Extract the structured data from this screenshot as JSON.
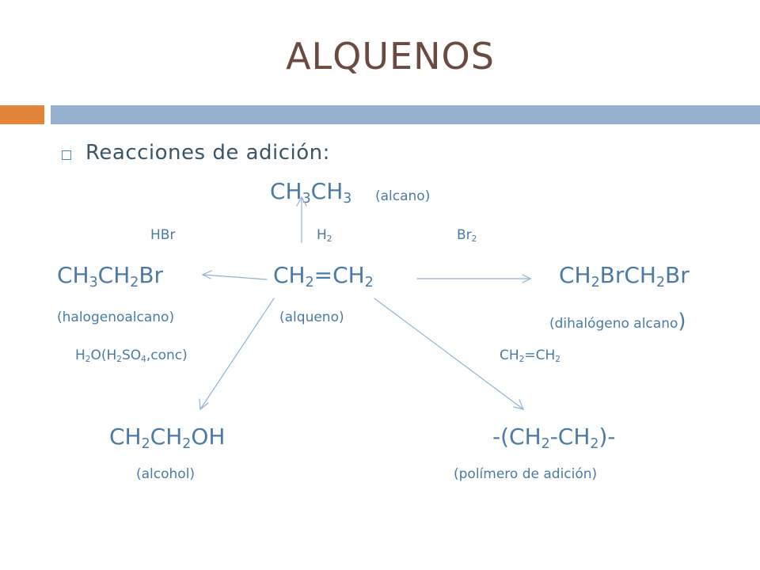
{
  "slide": {
    "title": "ALQUENOS",
    "bullet_text": "Reacciones de adición:"
  },
  "compounds": {
    "alkane": {
      "pre1": "CH",
      "s1": "3",
      "mid": "CH",
      "s2": "3",
      "label": "(alcano)"
    },
    "alkene": {
      "pre1": "CH",
      "s1": "2",
      "mid": "=CH",
      "s2": "2",
      "label": "(alqueno)"
    },
    "haloalkane": {
      "pre1": "CH",
      "s1": "3",
      "mid": "CH",
      "s2": "2",
      "post": "Br",
      "label": "(halogenoalcano)"
    },
    "dihalo": {
      "pre1": "CH",
      "s1": "2",
      "mid": "BrCH",
      "s2": "2",
      "post": "Br",
      "label": "(dihalógeno alcano",
      "label_close": ")"
    },
    "alcohol": {
      "pre1": "CH",
      "s1": "2",
      "mid": "CH",
      "s2": "2",
      "post": "OH",
      "label": "(alcohol)"
    },
    "polymer": {
      "pre1": "-(CH",
      "s1": "2",
      "mid": "-CH",
      "s2": "2",
      "post": ")-",
      "label": "(polímero de adición)"
    }
  },
  "reagents": {
    "hbr": "HBr",
    "h2": {
      "pre": "H",
      "sub": "2"
    },
    "br2": {
      "pre": "Br",
      "sub": "2"
    },
    "water": {
      "a": "H",
      "s1": "2",
      "b": "O(H",
      "s2": "2",
      "c": "SO",
      "s3": "4",
      "d": ",conc)"
    },
    "ethene": {
      "a": "CH",
      "s1": "2",
      "b": "=CH",
      "s2": "2"
    }
  },
  "colors": {
    "title": "#6b4a40",
    "accent_orange": "#e2843a",
    "accent_blue": "#96b1cf",
    "text_blue": "#4b7aa6",
    "heading": "#3a5468"
  }
}
